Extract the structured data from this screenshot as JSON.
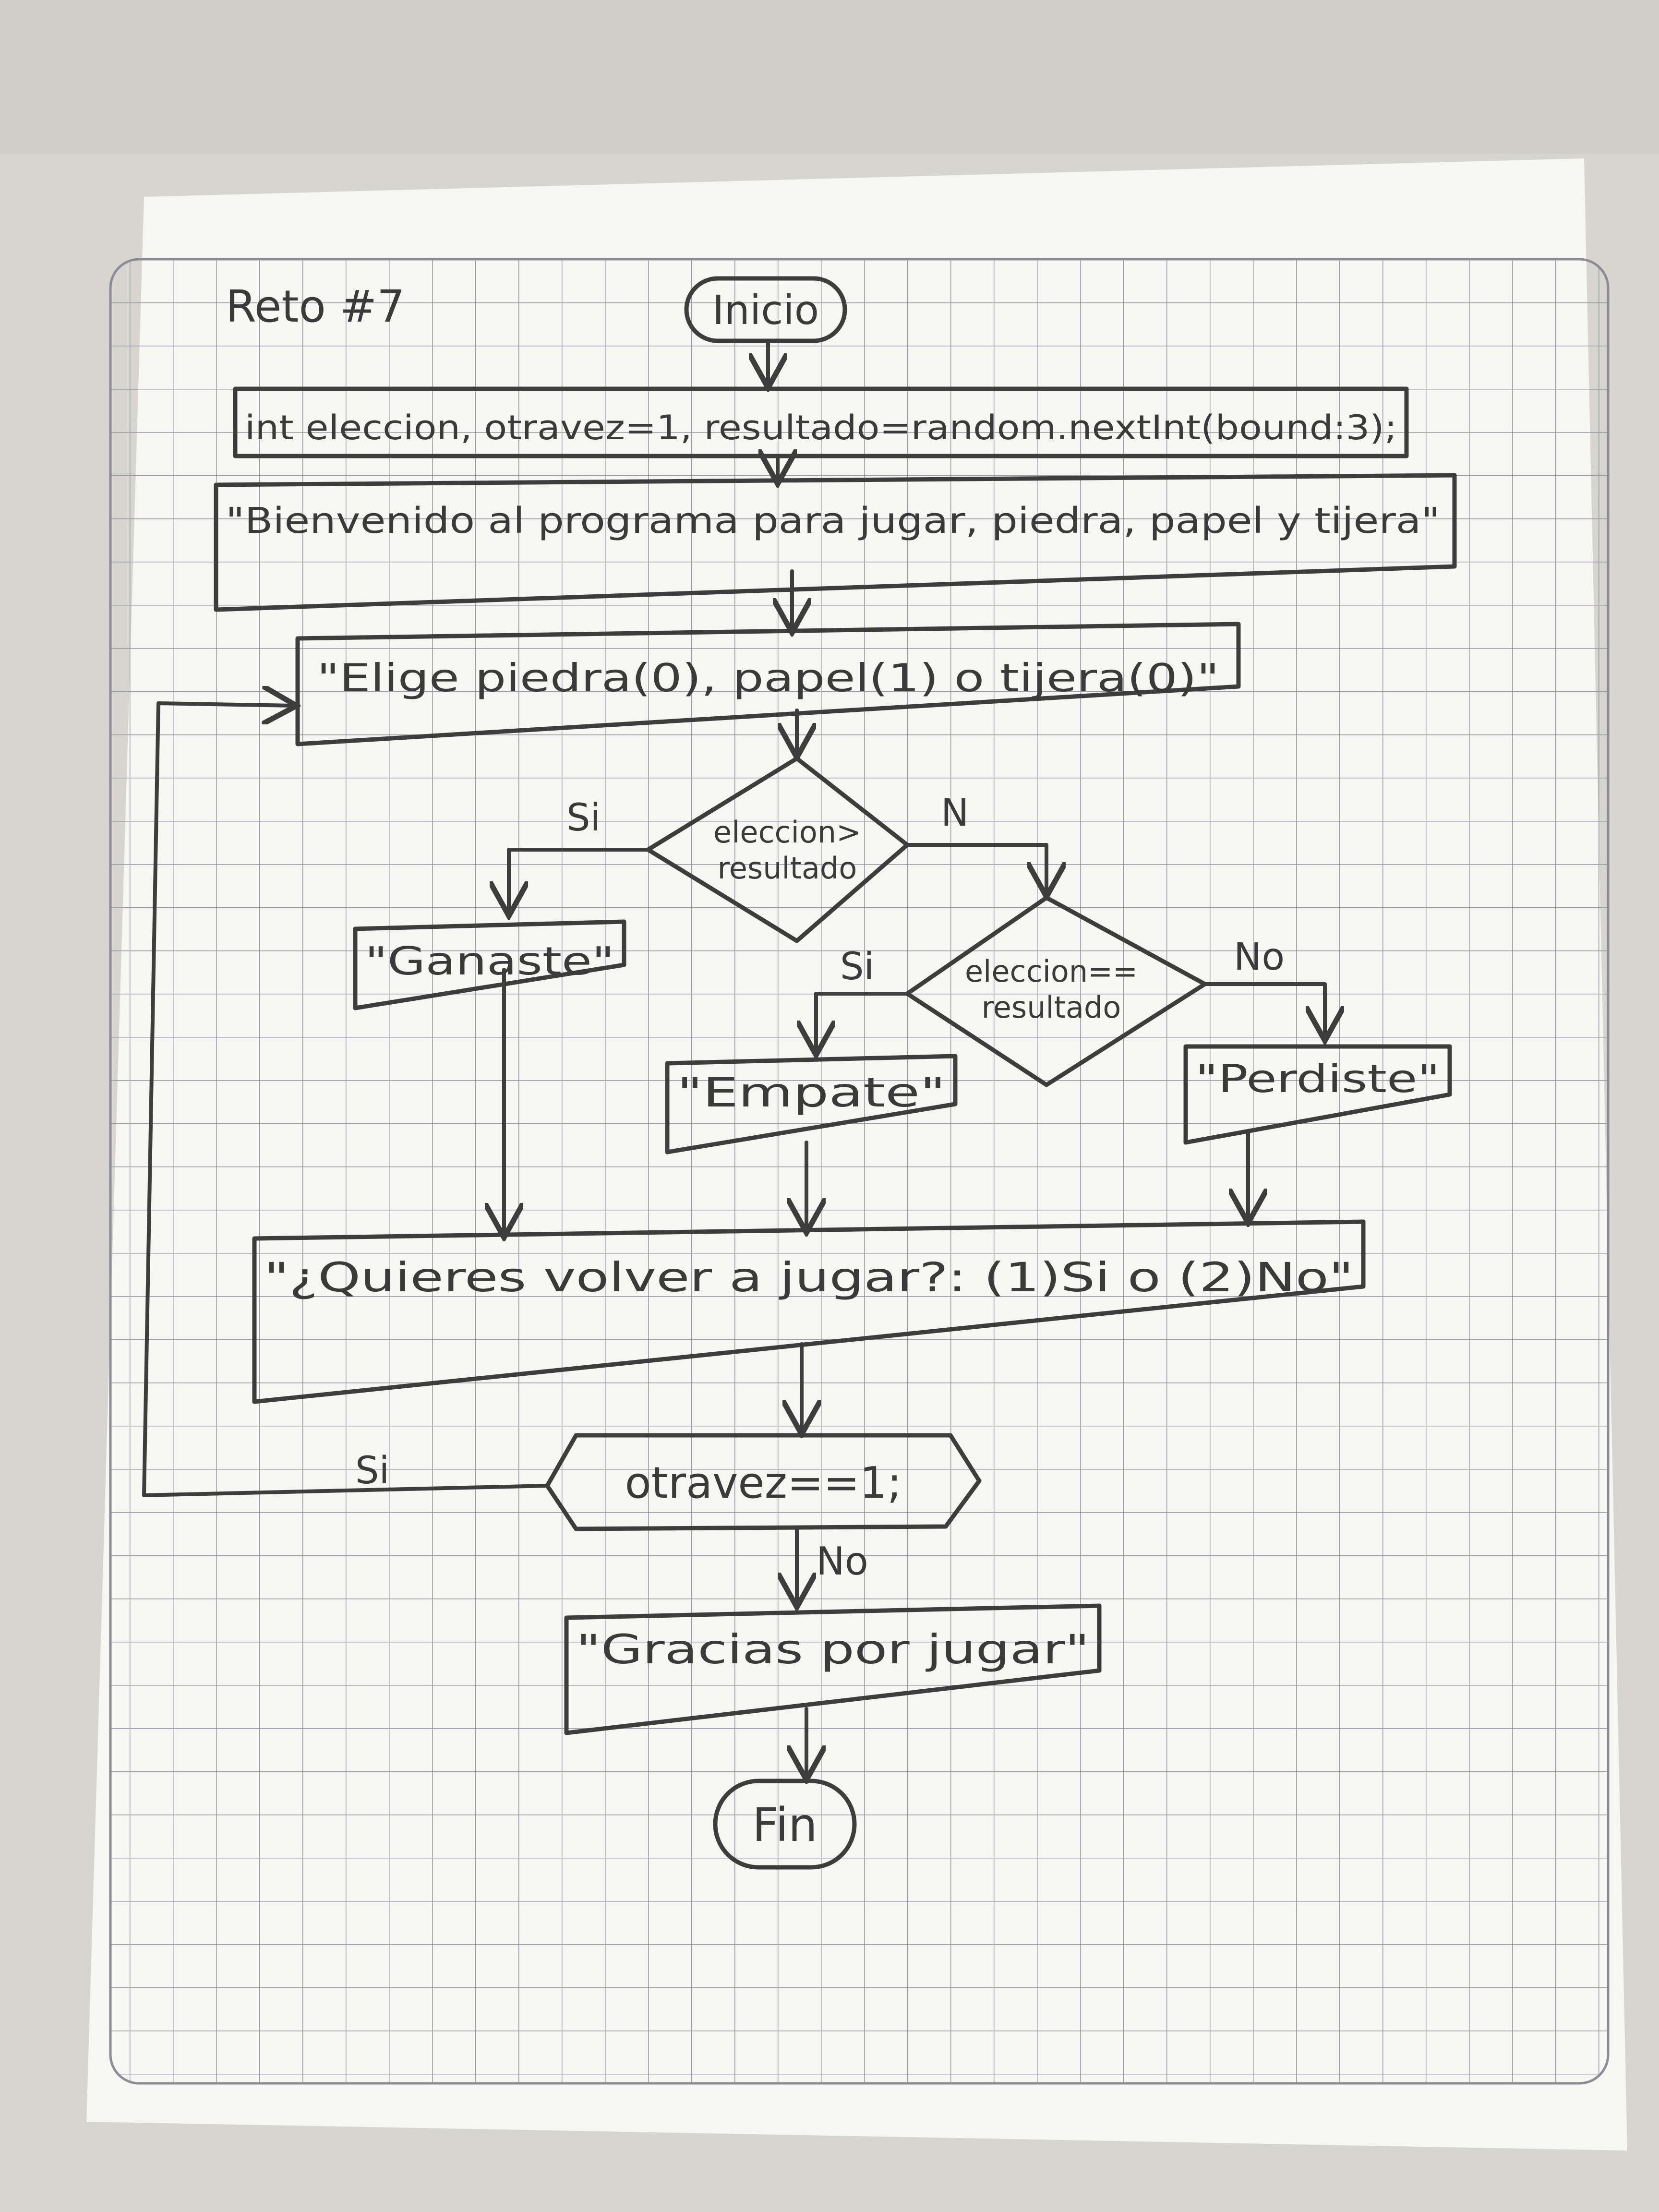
{
  "colors": {
    "background": "#d9d8d2",
    "paper": "#f6f6f3",
    "grid": "#9a9aa6",
    "ink": "#3d3d3d"
  },
  "page_header": {
    "title": "Reto #7"
  },
  "flowchart": {
    "start": "Inicio",
    "declaration": "int eleccion, otravez=1, resultado=random.nextInt(bound:3);",
    "welcome": "\"Bienvenido al programa para jugar, piedra, papel y tijera\"",
    "prompt_choice": "\"Elige piedra(0), papel(1) o tijera(0)\"",
    "decision_1": {
      "line1": "eleccion>",
      "line2": "resultado",
      "yes_label": "Si",
      "no_label": "N"
    },
    "output_win": "\"Ganaste\"",
    "decision_2": {
      "line1": "eleccion==",
      "line2": "resultado",
      "yes_label": "Si",
      "no_label": "No"
    },
    "output_tie": "\"Empate\"",
    "output_lose": "\"Perdiste\"",
    "prompt_again": "\"¿Quieres volver a jugar?: (1)Si o (2)No\"",
    "loop_condition": {
      "text": "otravez==1;",
      "yes_label": "Si",
      "no_label": "No"
    },
    "output_thanks": "\"Gracias por jugar\"",
    "end": "Fin"
  }
}
